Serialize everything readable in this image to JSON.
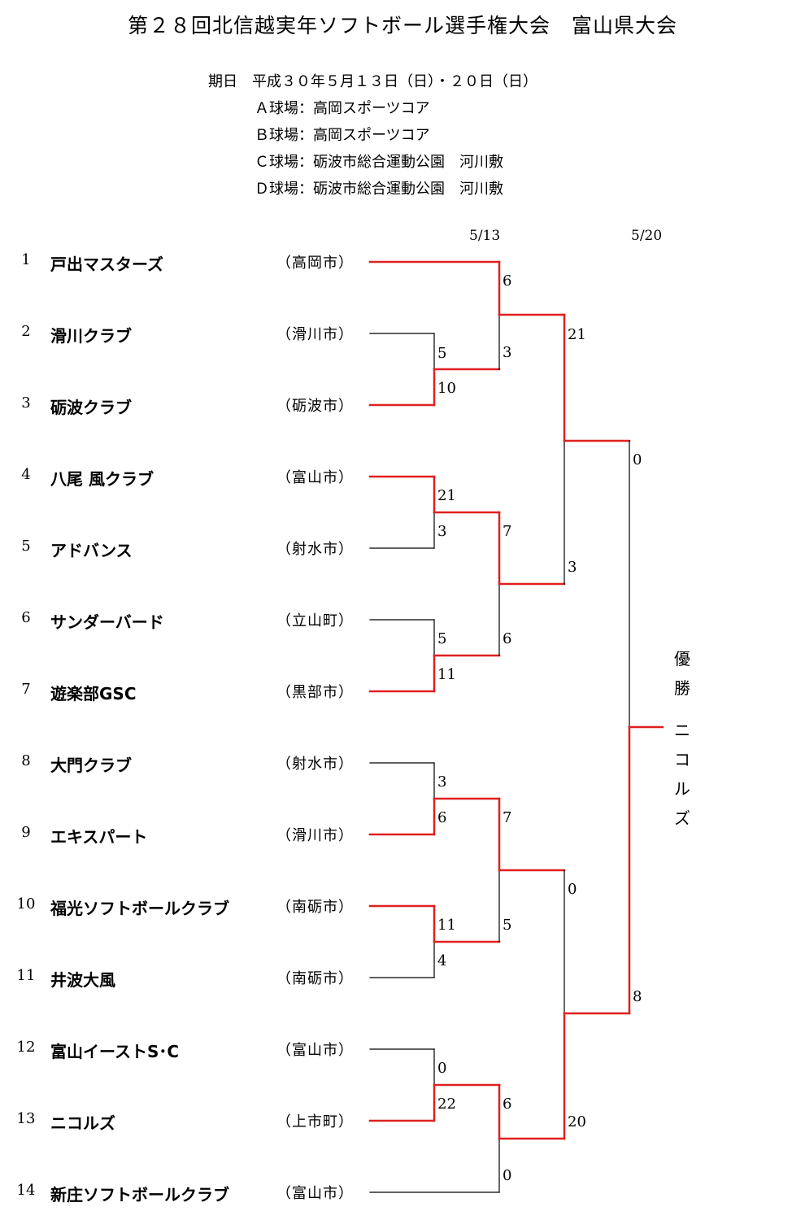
{
  "title": "第２８回北信越実年ソフトボール選手権大会　富山県大会",
  "schedule": {
    "date_line": "期日　平成３０年５月１３日（日）・２０日（日）",
    "venues": [
      "Ａ球場：高岡スポーツコア",
      "Ｂ球場：高岡スポーツコア",
      "Ｃ球場：砺波市総合運動公園　河川敷",
      "Ｄ球場：砺波市総合運動公園　河川敷"
    ]
  },
  "round_dates": [
    "5/13",
    "5/20"
  ],
  "teams": [
    {
      "no": "1",
      "name": "戸出マスターズ",
      "city": "（高岡市）"
    },
    {
      "no": "2",
      "name": "滑川クラブ",
      "city": "（滑川市）"
    },
    {
      "no": "3",
      "name": "砺波クラブ",
      "city": "（砺波市）"
    },
    {
      "no": "4",
      "name": "八尾 風クラブ",
      "city": "（富山市）"
    },
    {
      "no": "5",
      "name": "アドバンス",
      "city": "（射水市）"
    },
    {
      "no": "6",
      "name": "サンダーバード",
      "city": "（立山町）"
    },
    {
      "no": "7",
      "name": "遊楽部GSC",
      "city": "（黒部市）"
    },
    {
      "no": "8",
      "name": "大門クラブ",
      "city": "（射水市）"
    },
    {
      "no": "9",
      "name": "エキスパート",
      "city": "（滑川市）"
    },
    {
      "no": "10",
      "name": "福光ソフトボールクラブ",
      "city": "（南砺市）"
    },
    {
      "no": "11",
      "name": "井波大風",
      "city": "（南砺市）"
    },
    {
      "no": "12",
      "name": "富山イーストS･C",
      "city": "（富山市）"
    },
    {
      "no": "13",
      "name": "ニコルズ",
      "city": "（上市町）"
    },
    {
      "no": "14",
      "name": "新庄ソフトボールクラブ",
      "city": "（富山市）"
    }
  ],
  "scores": {
    "m1": [
      "5",
      "10"
    ],
    "m2": [
      "21",
      "3"
    ],
    "m3": [
      "5",
      "11"
    ],
    "m4": [
      "3",
      "6"
    ],
    "m5": [
      "11",
      "4"
    ],
    "m6": [
      "0",
      "22"
    ],
    "q1": [
      "6",
      "3"
    ],
    "q2": [
      "7",
      "6"
    ],
    "q3": [
      "7",
      "5"
    ],
    "q4": [
      "6",
      "0"
    ],
    "s1": [
      "21",
      "3"
    ],
    "s2": [
      "0",
      "20"
    ],
    "f": [
      "0",
      "8"
    ]
  },
  "champion": {
    "label": "優勝",
    "name": "ニコルズ"
  },
  "colors": {
    "winner_line": "#e02020",
    "loser_line": "#000000"
  }
}
